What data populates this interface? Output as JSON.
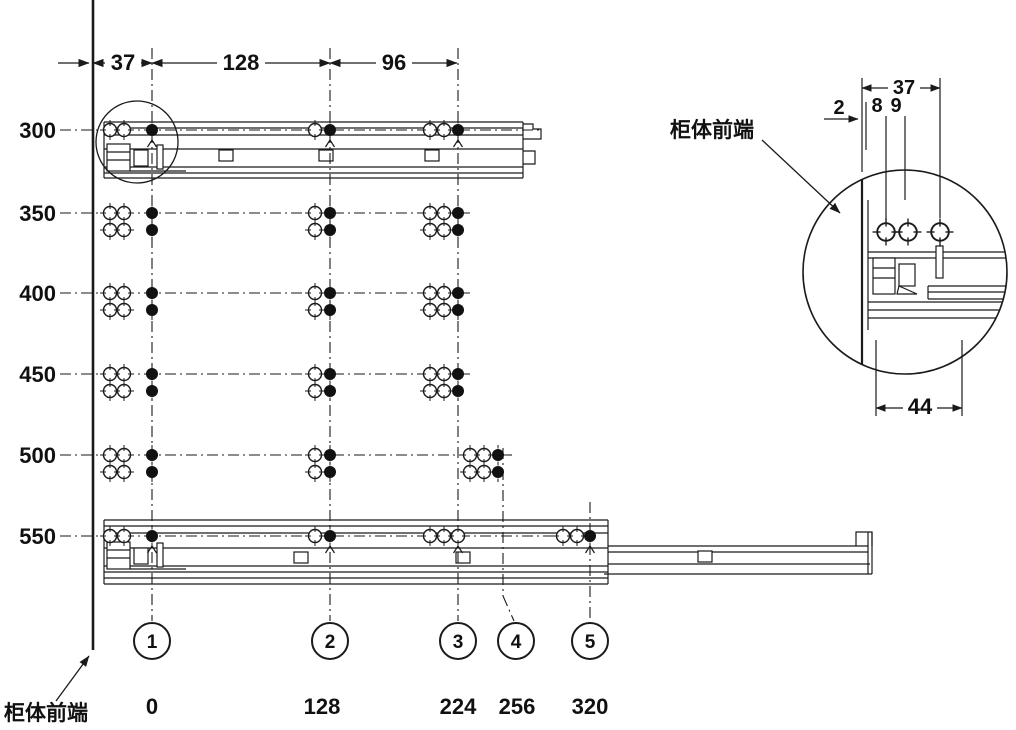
{
  "figure": {
    "row_labels": [
      {
        "label": "300"
      },
      {
        "label": "350"
      },
      {
        "label": "400"
      },
      {
        "label": "450"
      },
      {
        "label": "500"
      },
      {
        "label": "550"
      }
    ],
    "top_dims": {
      "d37": "37",
      "d128": "128",
      "d96": "96"
    },
    "positions": [
      {
        "num": "1",
        "value": "0"
      },
      {
        "num": "2",
        "value": "128"
      },
      {
        "num": "3",
        "value": "224"
      },
      {
        "num": "4",
        "value": "256"
      },
      {
        "num": "5",
        "value": "320"
      }
    ],
    "detail": {
      "label": "柜体前端",
      "dim_37": "37",
      "dim_2": "2",
      "dim_8": "8",
      "dim_9": "9",
      "dim_44": "44"
    },
    "front_label": "柜体前端"
  },
  "colors": {
    "line": "#1a1a1a",
    "bg": "#ffffff"
  }
}
